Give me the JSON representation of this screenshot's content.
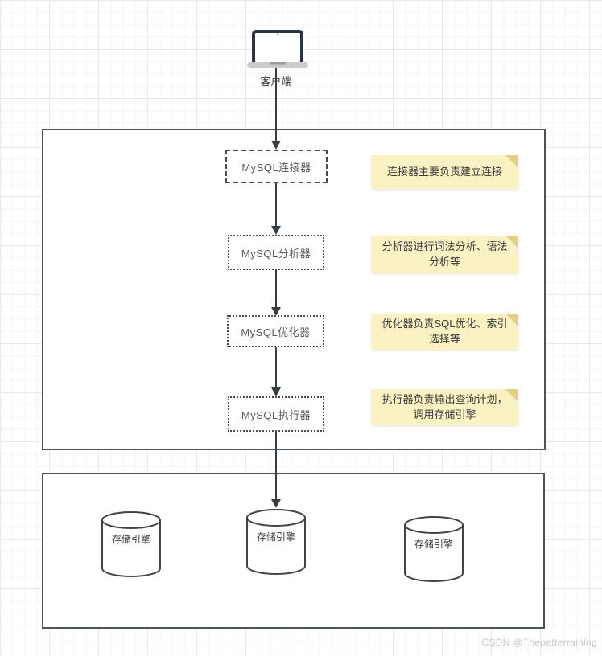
{
  "diagram": {
    "client": {
      "label": "客户端"
    },
    "stages": [
      {
        "label": "MySQL连接器",
        "note": "连接器主要负责建立连接"
      },
      {
        "label": "MySQL分析器",
        "note": "分析器进行词法分析、语法分析等"
      },
      {
        "label": "MySQL优化器",
        "note": "优化器负责SQL优化、索引选择等"
      },
      {
        "label": "MySQL执行器",
        "note": "执行器负责输出查询计划，调用存储引擎"
      }
    ],
    "storage_engines": [
      {
        "label": "存储引擎"
      },
      {
        "label": "存储引擎"
      },
      {
        "label": "存储引擎"
      }
    ],
    "watermark": "CSDN @Thepatterraining",
    "colors": {
      "note_bg": "#fbf2c4",
      "note_fold": "#e3cf86",
      "line": "#383d44",
      "container_border": "#4c525a",
      "box_border": "#4a4a4a",
      "box_text": "#595959"
    }
  }
}
